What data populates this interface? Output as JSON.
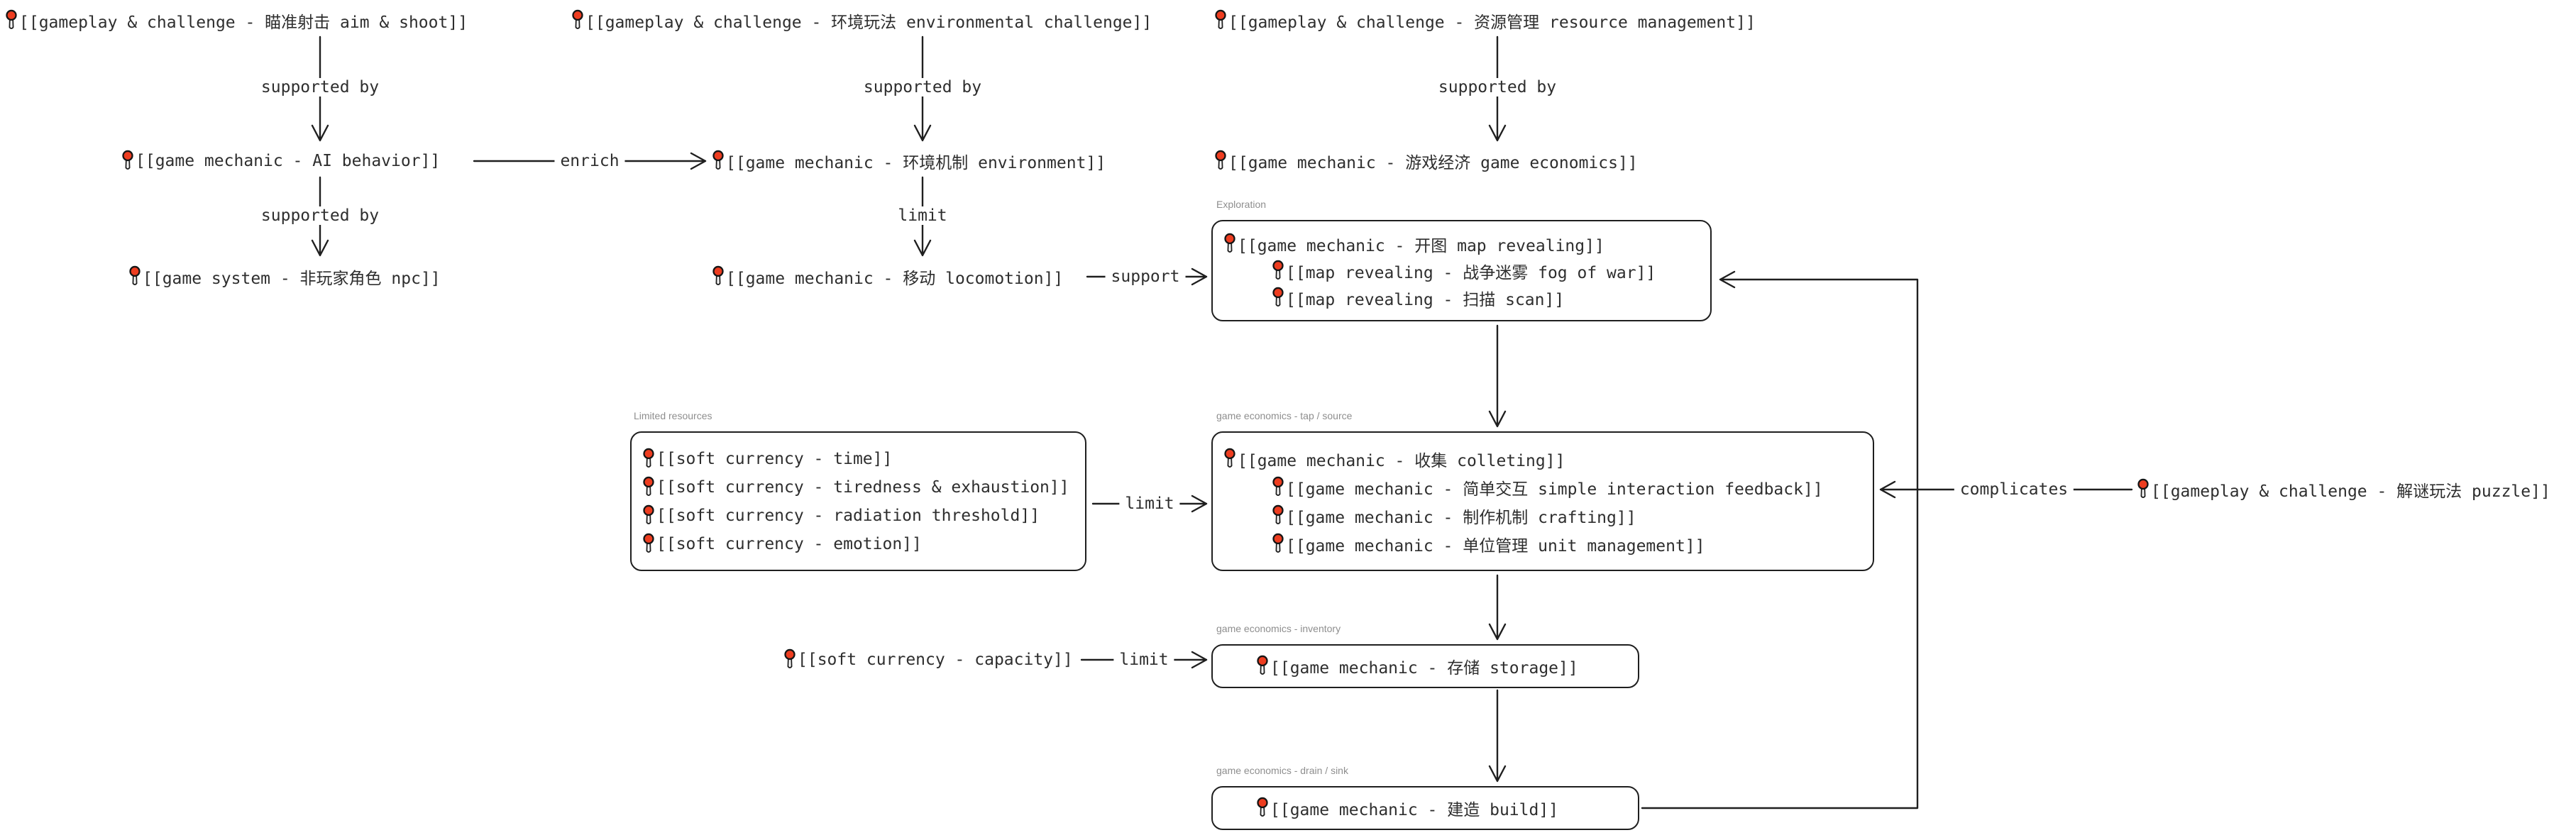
{
  "canvas": {
    "nodes": {
      "aim_shoot": "[[gameplay & challenge - 瞄准射击 aim & shoot]]",
      "environmental_challenge": "[[gameplay & challenge - 环境玩法 environmental challenge]]",
      "resource_management": "[[gameplay & challenge - 资源管理 resource management]]",
      "ai_behavior": "[[game mechanic - AI behavior]]",
      "environment": "[[game mechanic - 环境机制 environment]]",
      "game_economics": "[[game mechanic - 游戏经济 game economics]]",
      "npc": "[[game system - 非玩家角色 npc]]",
      "locomotion": "[[game mechanic - 移动 locomotion]]",
      "capacity": "[[soft currency - capacity]]",
      "puzzle": "[[gameplay & challenge - 解谜玩法 puzzle]]"
    },
    "groups": {
      "exploration": {
        "title": "Exploration",
        "items": [
          "[[game mechanic - 开图 map revealing]]",
          "[[map revealing - 战争迷雾 fog of war]]",
          "[[map revealing - 扫描 scan]]"
        ]
      },
      "limited_resources": {
        "title": "Limited resources",
        "items": [
          "[[soft currency - time]]",
          "[[soft currency - tiredness & exhaustion]]",
          "[[soft currency - radiation threshold]]",
          "[[soft currency - emotion]]"
        ]
      },
      "tap_source": {
        "title": "game economics - tap / source",
        "items": [
          "[[game mechanic - 收集 colleting]]",
          "[[game mechanic - 简单交互 simple interaction feedback]]",
          "[[game mechanic - 制作机制 crafting]]",
          "[[game mechanic - 单位管理 unit management]]"
        ]
      },
      "inventory": {
        "title": "game economics - inventory",
        "items": [
          "[[game mechanic - 存储 storage]]"
        ]
      },
      "drain_sink": {
        "title": "game economics - drain / sink",
        "items": [
          "[[game mechanic - 建造 build]]"
        ]
      }
    },
    "edge_labels": {
      "supported_by": "supported by",
      "enrich": "enrich",
      "limit": "limit",
      "support": "support",
      "complicates": "complicates"
    },
    "colors": {
      "pin": "#ee3d20",
      "line": "#1f1f1f",
      "text": "#2e2e2e",
      "group_label": "#8e8e8e"
    }
  }
}
